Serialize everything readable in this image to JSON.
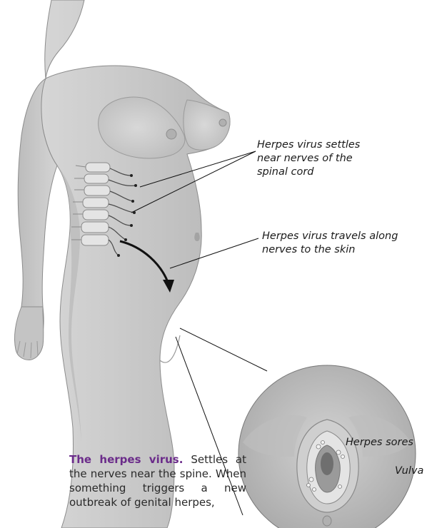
{
  "labels": {
    "virus_settles": "Herpes virus settles near nerves of the spinal cord",
    "virus_travels": "Herpes virus travels along nerves to the skin",
    "herpes_sores": "Herpes sores",
    "vulva": "Vulva"
  },
  "caption": {
    "title": "The herpes virus.",
    "body": "Settles at the nerves near the spine. When something triggers a new outbreak of genital herpes,"
  },
  "colors": {
    "caption_title": "#6b2c8a",
    "skin": "#c9c9c9",
    "line": "#111111"
  }
}
